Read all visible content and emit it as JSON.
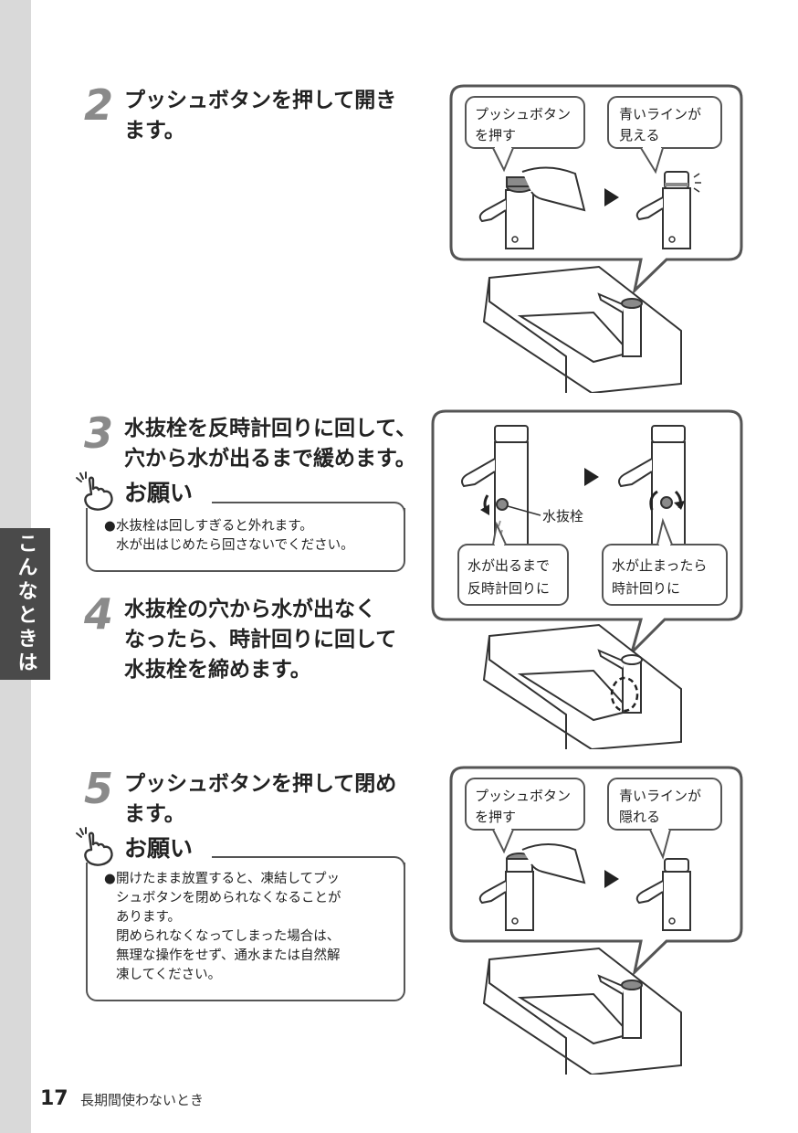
{
  "side_tab": {
    "label": "こんなときは"
  },
  "steps": [
    {
      "num": "2",
      "lines": [
        "プッシュボタンを押して開き",
        "ます。"
      ]
    },
    {
      "num": "3",
      "lines": [
        "水抜栓を反時計回りに回して、",
        "穴から水が出るまで緩めます。"
      ]
    },
    {
      "num": "4",
      "lines": [
        "水抜栓の穴から水が出なく",
        "なったら、時計回りに回して",
        "水抜栓を締めます。"
      ]
    },
    {
      "num": "5",
      "lines": [
        "プッシュボタンを押して閉め",
        "ます。"
      ]
    }
  ],
  "notice_1": {
    "label": "お願い",
    "bullet": "●",
    "lines": [
      "水抜栓は回しすぎると外れます。",
      "水が出はじめたら回さないでください。"
    ]
  },
  "notice_2": {
    "label": "お願い",
    "bullet": "●",
    "lines": [
      "開けたまま放置すると、凍結してプッ",
      "シュボタンを閉められなくなることが",
      "あります。",
      "閉められなくなってしまった場合は、",
      "無理な操作をせず、通水または自然解",
      "凍してください。"
    ]
  },
  "illustration_1": {
    "bubble_left": [
      "プッシュボタン",
      "を押す"
    ],
    "bubble_right": [
      "青いラインが",
      "見える"
    ]
  },
  "illustration_2": {
    "callout": "水抜栓",
    "bubble_left": [
      "水が出るまで",
      "反時計回りに"
    ],
    "bubble_right": [
      "水が止まったら",
      "時計回りに"
    ]
  },
  "illustration_3": {
    "bubble_left": [
      "プッシュボタン",
      "を押す"
    ],
    "bubble_right": [
      "青いラインが",
      "隠れる"
    ]
  },
  "footer": {
    "page_number": "17",
    "title": "長期間使わないとき"
  }
}
